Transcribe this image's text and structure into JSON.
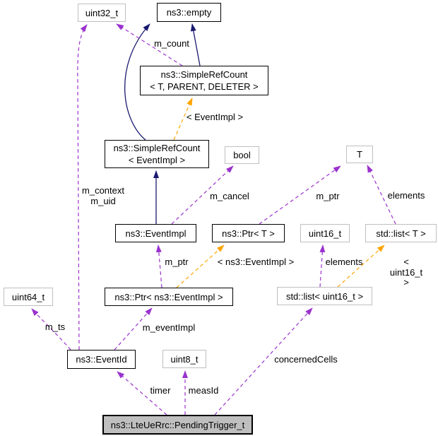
{
  "diagram": {
    "kind": "doxygen-collaboration-graph",
    "colors": {
      "inheritance_edge": "#191970",
      "usage_edge": "#9a32cd",
      "template_edge": "#ffa500",
      "node_border": "#000000",
      "external_node_border": "#bfbfbf",
      "current_node_fill": "#bfbfbf",
      "node_fill": "#ffffff"
    },
    "nodes": [
      {
        "id": "uint32_t",
        "label": "uint32_t",
        "kind": "external"
      },
      {
        "id": "ns3-empty",
        "label": "ns3::empty",
        "kind": "class"
      },
      {
        "id": "simplerefcount-template",
        "label": "ns3::SimpleRefCount\n< T, PARENT, DELETER >",
        "kind": "class"
      },
      {
        "id": "simplerefcount-eventimpl",
        "label": "ns3::SimpleRefCount\n< EventImpl >",
        "kind": "class"
      },
      {
        "id": "bool",
        "label": "bool",
        "kind": "external"
      },
      {
        "id": "t",
        "label": "T",
        "kind": "external"
      },
      {
        "id": "eventimpl",
        "label": "ns3::EventImpl",
        "kind": "class"
      },
      {
        "id": "ptr-t",
        "label": "ns3::Ptr< T >",
        "kind": "class"
      },
      {
        "id": "uint16_t",
        "label": "uint16_t",
        "kind": "external"
      },
      {
        "id": "std-list-t",
        "label": "std::list< T >",
        "kind": "external"
      },
      {
        "id": "uint64_t",
        "label": "uint64_t",
        "kind": "external"
      },
      {
        "id": "ptr-eventimpl",
        "label": "ns3::Ptr< ns3::EventImpl >",
        "kind": "class"
      },
      {
        "id": "std-list-uint16-t",
        "label": "std::list< uint16_t >",
        "kind": "external"
      },
      {
        "id": "eventid",
        "label": "ns3::EventId",
        "kind": "class"
      },
      {
        "id": "uint8_t",
        "label": "uint8_t",
        "kind": "external"
      },
      {
        "id": "pendingtrigger-t",
        "label": "ns3::LteUeRrc::PendingTrigger_t",
        "kind": "current"
      }
    ],
    "edges": [
      {
        "from": "simplerefcount-template",
        "to": "uint32_t",
        "relation": "usage",
        "label": "m_count"
      },
      {
        "from": "eventid",
        "to": "uint32_t",
        "relation": "usage",
        "label": "m_context\nm_uid"
      },
      {
        "from": "simplerefcount-template",
        "to": "ns3-empty",
        "relation": "inheritance",
        "label": ""
      },
      {
        "from": "simplerefcount-eventimpl",
        "to": "ns3-empty",
        "relation": "inheritance",
        "label": ""
      },
      {
        "from": "simplerefcount-eventimpl",
        "to": "simplerefcount-template",
        "relation": "template",
        "label": "< EventImpl >"
      },
      {
        "from": "eventimpl",
        "to": "simplerefcount-eventimpl",
        "relation": "inheritance",
        "label": ""
      },
      {
        "from": "eventimpl",
        "to": "bool",
        "relation": "usage",
        "label": "m_cancel"
      },
      {
        "from": "ptr-t",
        "to": "t",
        "relation": "usage",
        "label": "m_ptr"
      },
      {
        "from": "std-list-t",
        "to": "t",
        "relation": "usage",
        "label": "elements"
      },
      {
        "from": "ptr-eventimpl",
        "to": "eventimpl",
        "relation": "usage",
        "label": "m_ptr"
      },
      {
        "from": "ptr-eventimpl",
        "to": "ptr-t",
        "relation": "template",
        "label": "< ns3::EventImpl >"
      },
      {
        "from": "std-list-uint16-t",
        "to": "uint16_t",
        "relation": "usage",
        "label": "elements"
      },
      {
        "from": "std-list-uint16-t",
        "to": "std-list-t",
        "relation": "template",
        "label": "< uint16_t >"
      },
      {
        "from": "eventid",
        "to": "uint64_t",
        "relation": "usage",
        "label": "m_ts"
      },
      {
        "from": "eventid",
        "to": "ptr-eventimpl",
        "relation": "usage",
        "label": "m_eventImpl"
      },
      {
        "from": "pendingtrigger-t",
        "to": "eventid",
        "relation": "usage",
        "label": "timer"
      },
      {
        "from": "pendingtrigger-t",
        "to": "uint8_t",
        "relation": "usage",
        "label": "measId"
      },
      {
        "from": "pendingtrigger-t",
        "to": "std-list-uint16-t",
        "relation": "usage",
        "label": "concernedCells"
      }
    ]
  }
}
